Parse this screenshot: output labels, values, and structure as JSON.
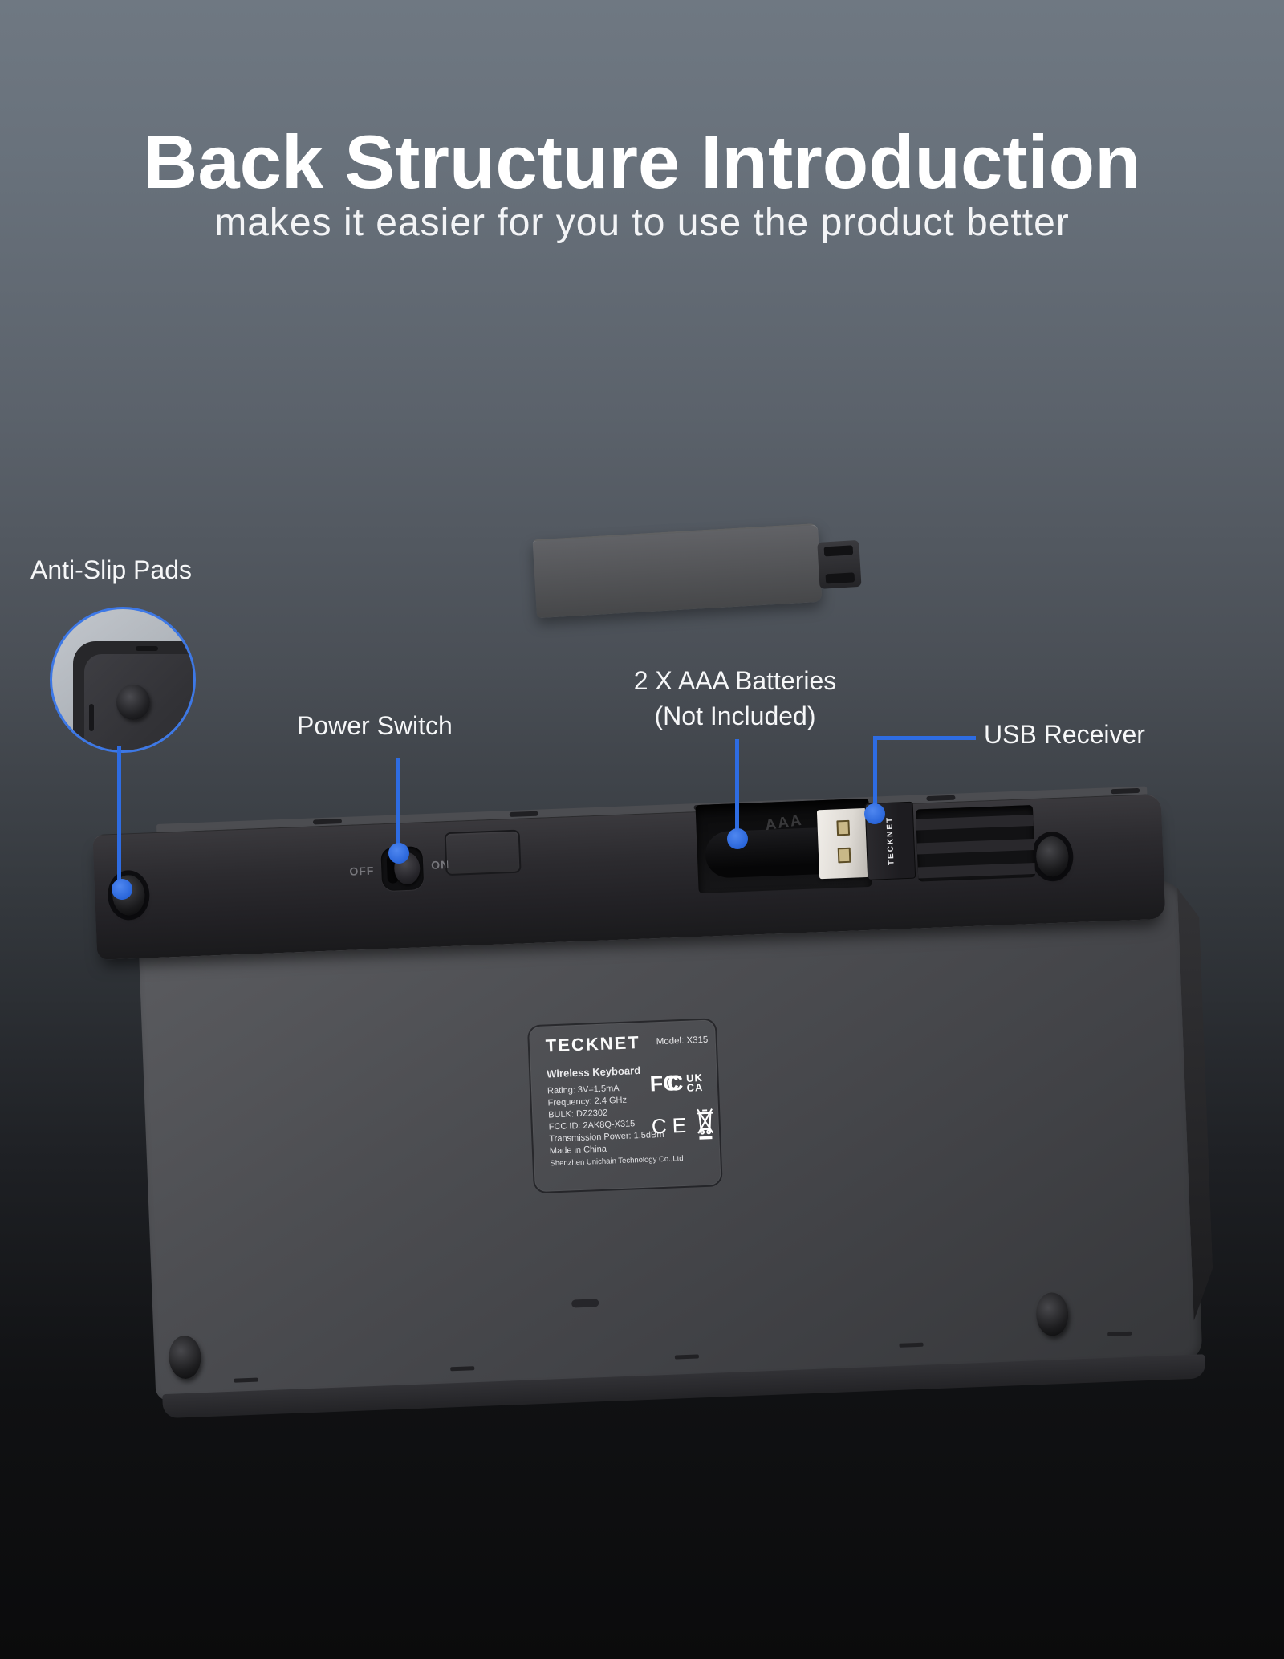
{
  "page": {
    "title": "Back Structure Introduction",
    "subtitle": "makes it easier for you to use the product better"
  },
  "callouts": {
    "anti_slip_pads": "Anti-Slip Pads",
    "power_switch": "Power Switch",
    "batteries_line1": "2 X AAA Batteries",
    "batteries_line2": "(Not Included)",
    "usb_receiver": "USB Receiver"
  },
  "keyboard": {
    "power_switch": {
      "off": "OFF",
      "on": "ON"
    },
    "battery_marking": "AAA",
    "usb_receiver_brand": "TECKNET",
    "label": {
      "brand": "TECKNET",
      "model": "Model: X315",
      "product_name": "Wireless Keyboard",
      "specs": [
        "Rating: 3V=1.5mA",
        "Frequency: 2.4 GHz",
        "BULK: DZ2302",
        "FCC ID: 2AK8Q-X315",
        "Transmission Power: 1.5dBm",
        "Made in China",
        "Shenzhen Unichain Technology Co.,Ltd"
      ],
      "certifications": {
        "fcc_letters": [
          "F",
          "C",
          "C"
        ],
        "ukca_top": "UK",
        "ukca_bottom": "CA",
        "ce": "CE"
      }
    }
  },
  "colors": {
    "accent_blue": "#2e6ce2",
    "background_top": "#6f7882",
    "background_bottom": "#0b0b0c",
    "keyboard_body": "#4d4e52"
  }
}
